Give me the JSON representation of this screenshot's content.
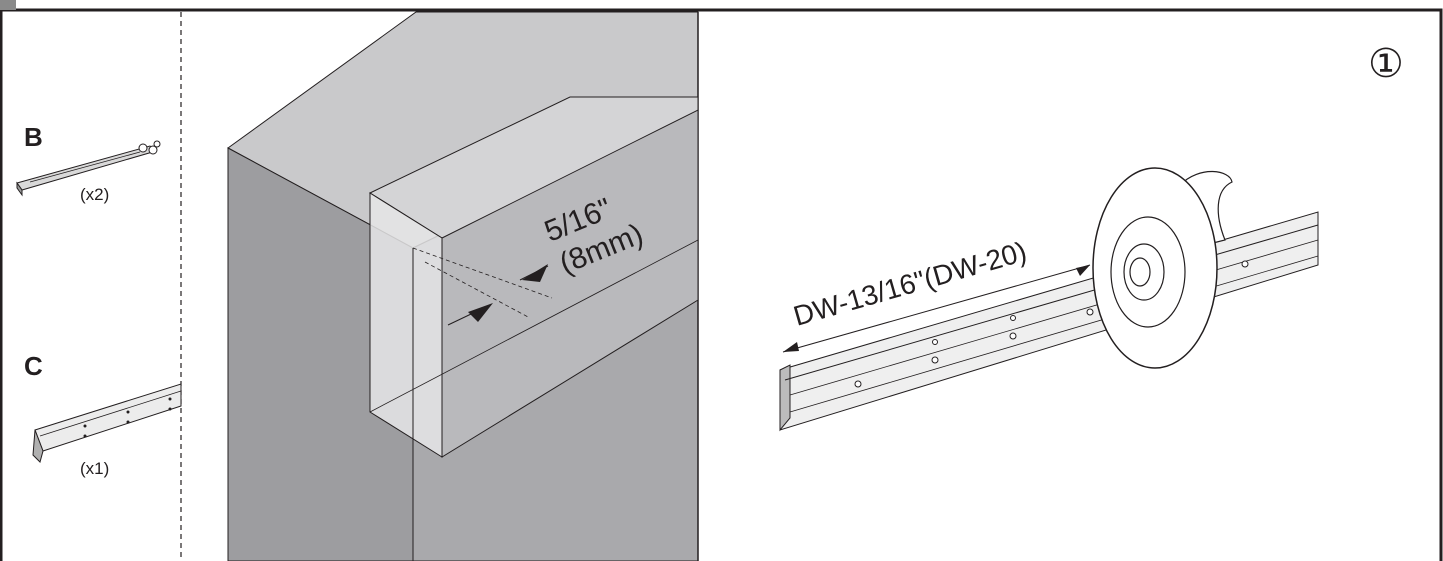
{
  "parts": [
    {
      "letter": "B",
      "quantity": "(x2)"
    },
    {
      "letter": "C",
      "quantity": "(x1)"
    }
  ],
  "step_number": "①",
  "measurement": {
    "inch": "5/16\"",
    "metric": "(8mm)"
  },
  "cut_length": "DW-13/16\"(DW-20)"
}
